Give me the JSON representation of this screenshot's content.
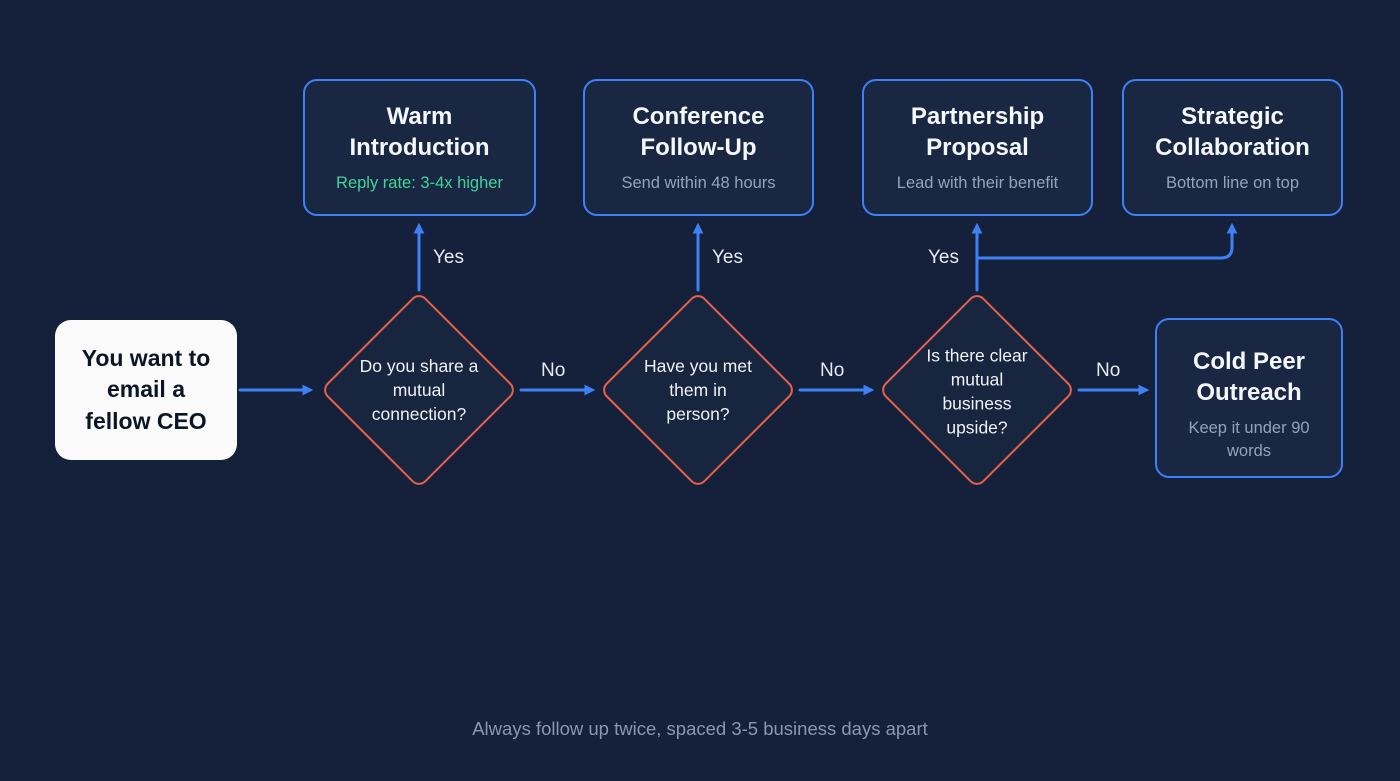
{
  "page": {
    "background": "#15213a"
  },
  "colors": {
    "arrow_blue": "#3e80f6",
    "box_border_blue": "#3e80f6",
    "diamond_orange": "#e8604a",
    "green_accent": "#3ed598",
    "subtitle_gray": "#94a3b8",
    "start_box_bg": "#fbfbfc"
  },
  "start": {
    "label": "You want to email a fellow CEO"
  },
  "decisions": [
    {
      "question": "Do you share a mutual connection?",
      "yes": "Yes",
      "no": "No"
    },
    {
      "question": "Have you met them in person?",
      "yes": "Yes",
      "no": "No"
    },
    {
      "question": "Is there clear mutual business upside?",
      "yes": "Yes",
      "no": "No"
    }
  ],
  "outcomes": [
    {
      "title": "Warm Introduction",
      "subtitle": "Reply rate: 3-4x higher"
    },
    {
      "title": "Conference Follow-Up",
      "subtitle": "Send within 48 hours"
    },
    {
      "title": "Partnership Proposal",
      "subtitle": "Lead with their benefit"
    },
    {
      "title": "Strategic Collaboration",
      "subtitle": "Bottom line on top"
    },
    {
      "title": "Cold Peer Outreach",
      "subtitle": "Keep it under 90 words"
    }
  ],
  "footer": {
    "note": "Always follow up twice, spaced 3-5 business days apart"
  }
}
